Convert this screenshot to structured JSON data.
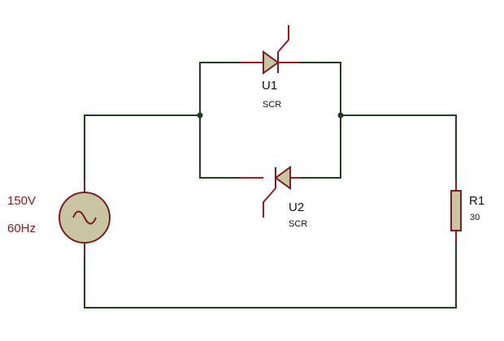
{
  "components": {
    "source": {
      "voltage": "150V",
      "frequency": "60Hz"
    },
    "u1": {
      "ref": "U1",
      "type": "SCR"
    },
    "u2": {
      "ref": "U2",
      "type": "SCR"
    },
    "r1": {
      "ref": "R1",
      "value": "30"
    }
  },
  "colors": {
    "wire": "#1f3d1f",
    "pin": "#9b1c1c",
    "component_fill": "#c9c5a3",
    "source_label": "#8b1a1a"
  },
  "icons": [
    "ac-source-icon",
    "scr-icon",
    "resistor-icon"
  ]
}
